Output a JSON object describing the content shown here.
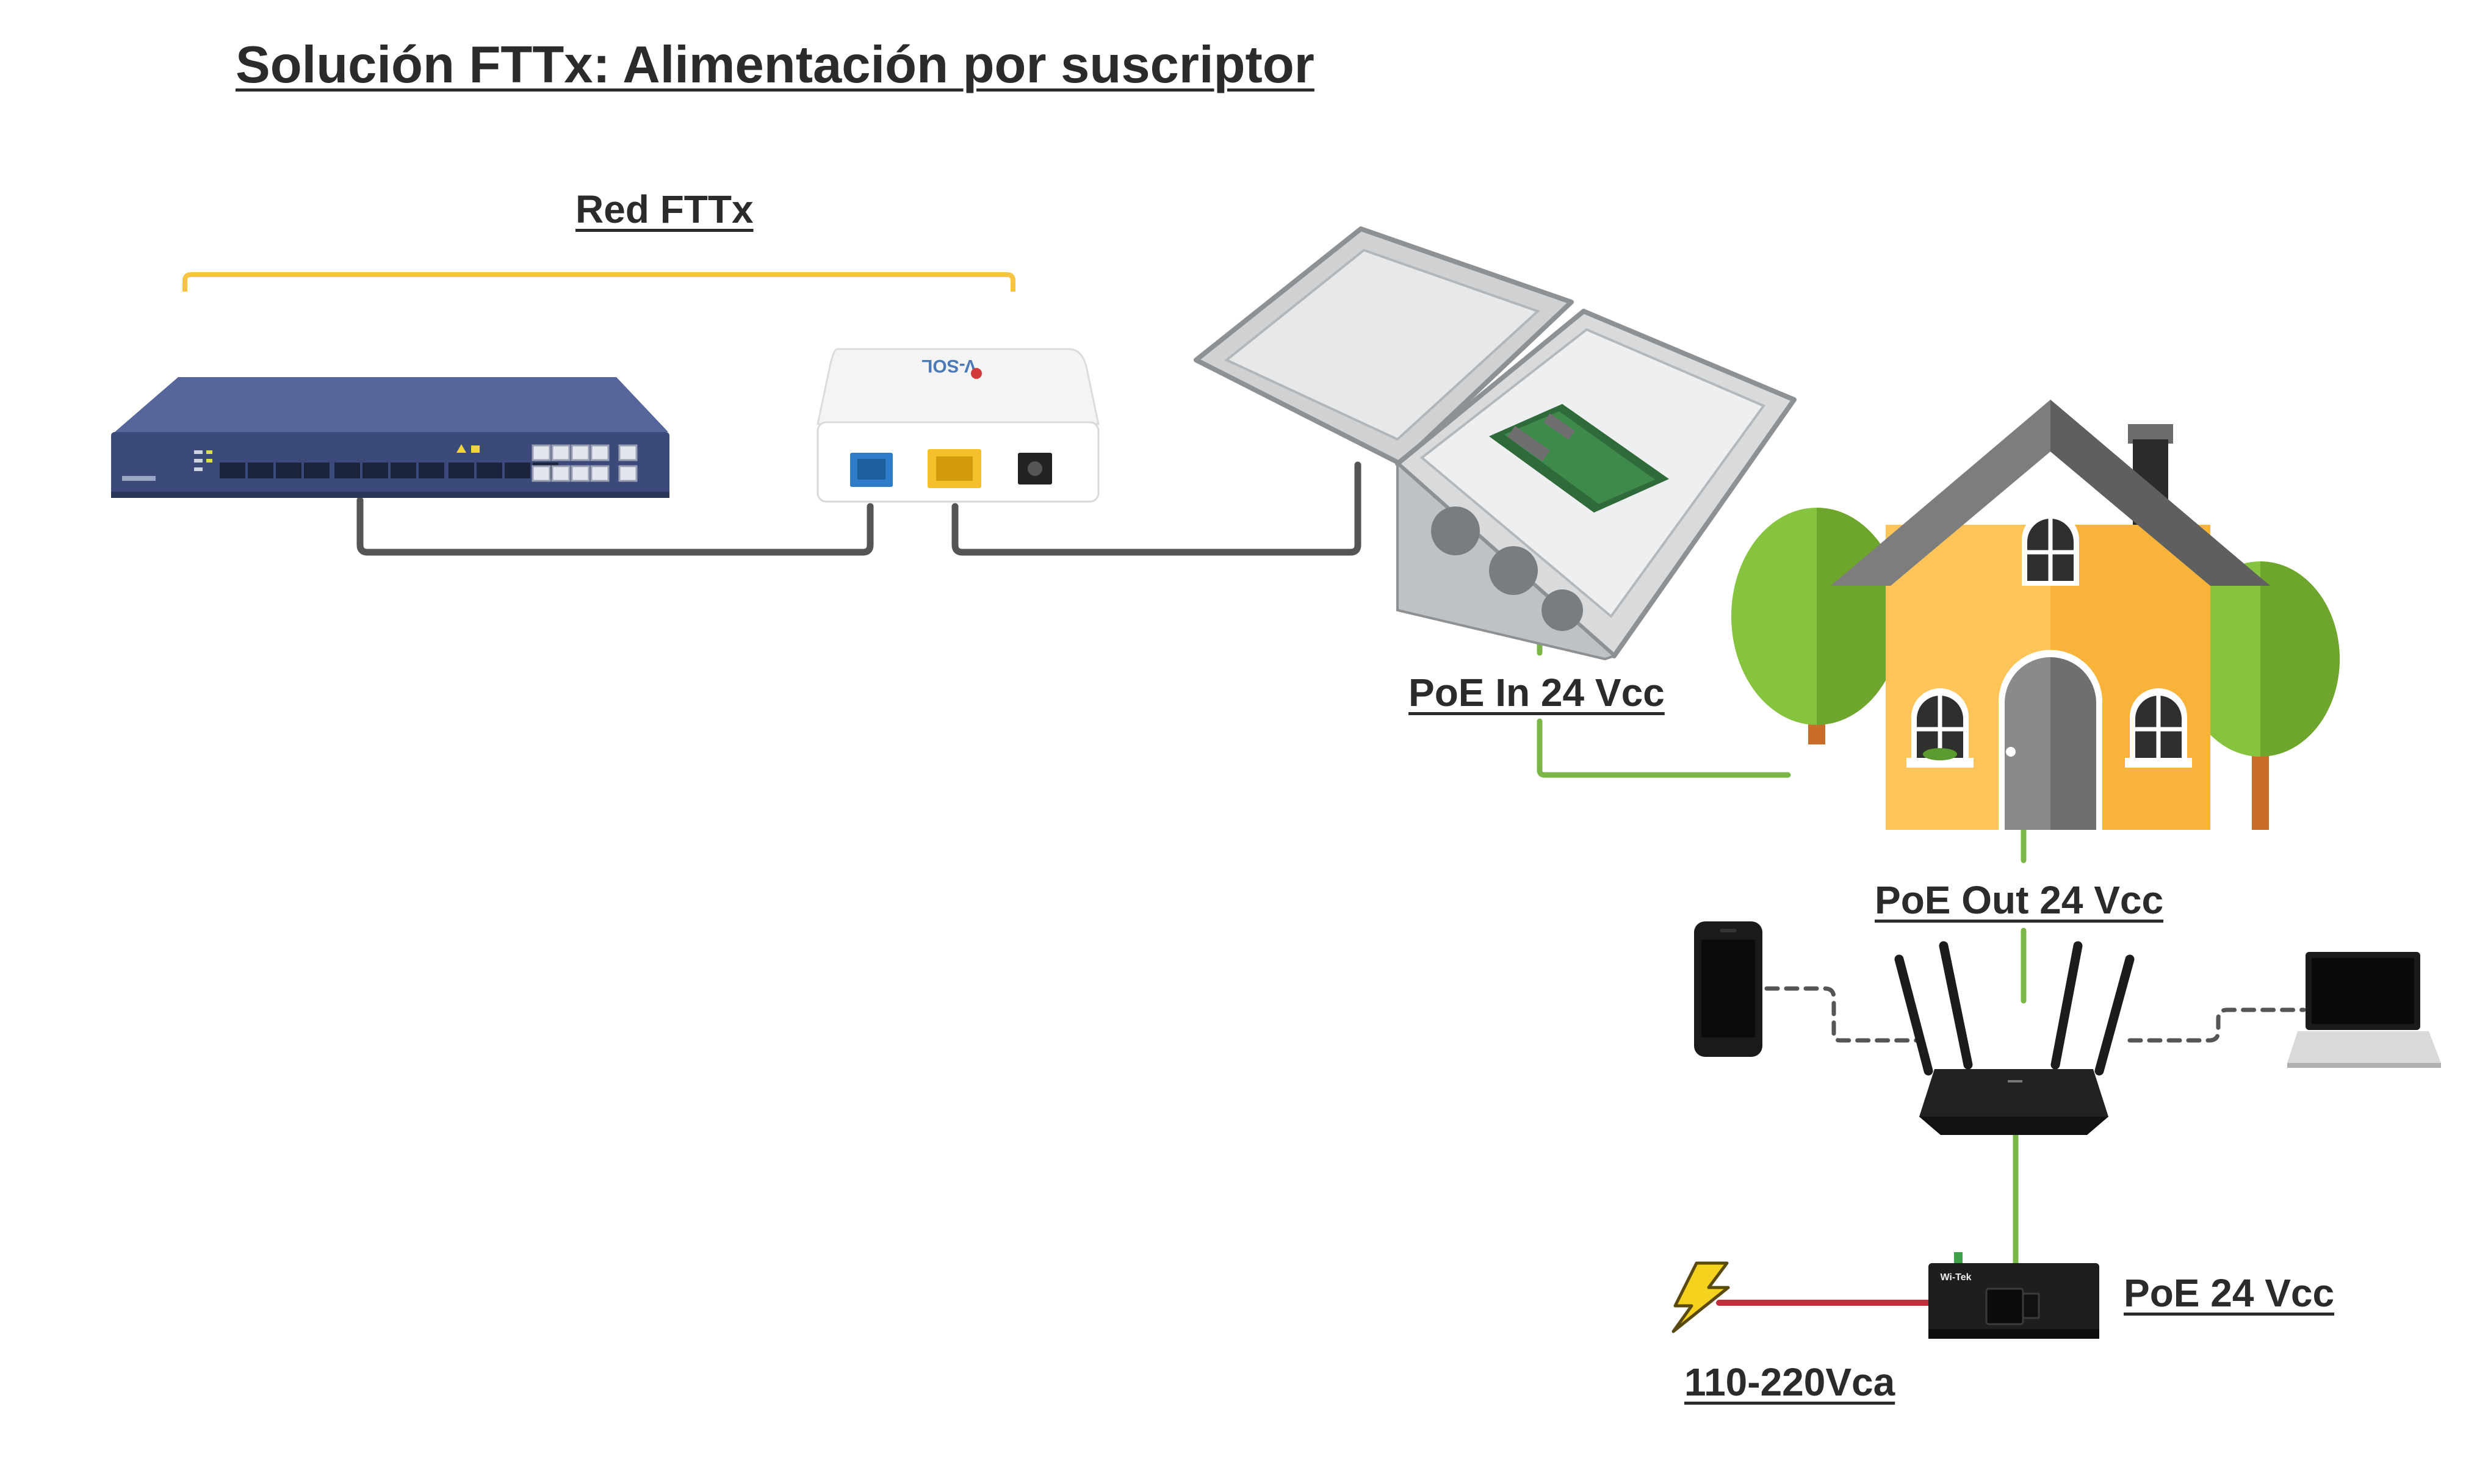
{
  "title": "Solución FTTx: Alimentación por suscriptor",
  "labels": {
    "network": "Red FTTx",
    "poe_in": "PoE In 24 Vcc",
    "poe_out": "PoE Out 24 Vcc",
    "poe_supply": "PoE 24 Vcc",
    "mains": "110-220Vca"
  },
  "device_text": {
    "onu_brand": "V-SOL",
    "injector_brand": "Wi-Tek"
  },
  "colors": {
    "bracket": "#f6c342",
    "copper_cable": "#555555",
    "poe_cable": "#7ab648",
    "power_cable": "#c0303a",
    "olt_body": "#3b4a7a",
    "house_wall": "#fdc45a",
    "roof": "#6b6b6b",
    "tree": "#7fbf3a"
  },
  "icons": [
    "olt-switch-icon",
    "onu-icon",
    "outdoor-enclosure-icon",
    "house-icon",
    "tree-icon",
    "wifi-router-icon",
    "smartphone-icon",
    "laptop-icon",
    "poe-injector-icon",
    "lightning-bolt-icon"
  ]
}
